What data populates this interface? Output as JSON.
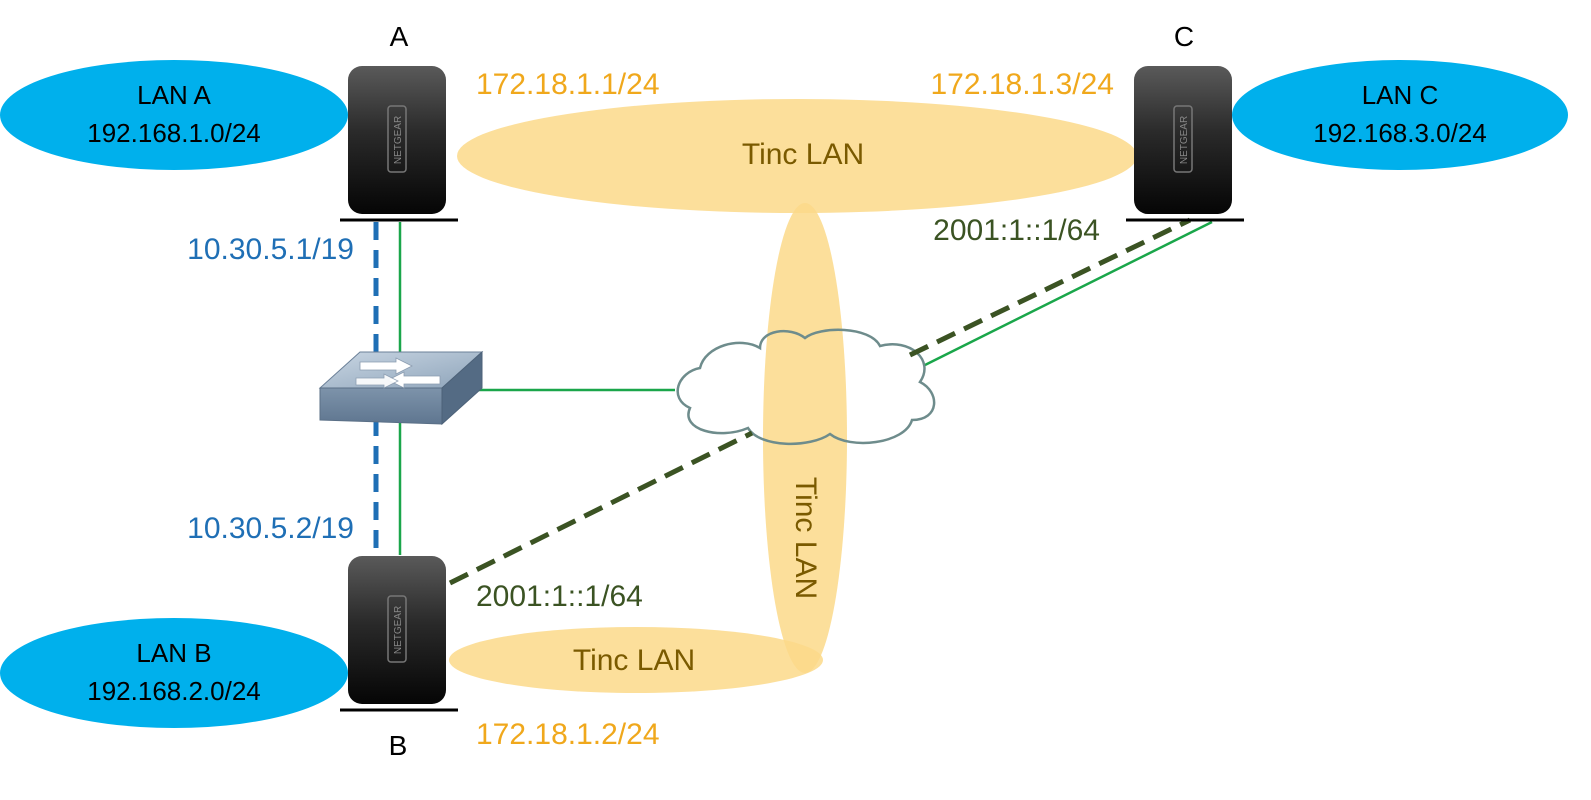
{
  "routers": {
    "a": {
      "label": "A",
      "brand": "NETGEAR"
    },
    "b": {
      "label": "B",
      "brand": "NETGEAR"
    },
    "c": {
      "label": "C",
      "brand": "NETGEAR"
    }
  },
  "lans": {
    "a": {
      "name": "LAN A",
      "subnet": "192.168.1.0/24"
    },
    "b": {
      "name": "LAN B",
      "subnet": "192.168.2.0/24"
    },
    "c": {
      "name": "LAN C",
      "subnet": "192.168.3.0/24"
    }
  },
  "tinc": {
    "top_label": "Tinc LAN",
    "vertical_label": "Tinc LAN",
    "bottom_label": "Tinc LAN",
    "ip_a": "172.18.1.1/24",
    "ip_b": "172.18.1.2/24",
    "ip_c": "172.18.1.3/24"
  },
  "local_net": {
    "ip_a": "10.30.5.1/19",
    "ip_b": "10.30.5.2/19"
  },
  "ipv6": {
    "ip_b": "2001:1::1/64",
    "ip_c": "2001:1::1/64"
  },
  "colors": {
    "lan_fill": "#00b0ec",
    "tinc_fill": "#fcd98a",
    "tinc_ip_text": "#f0a81c",
    "local_ip_text": "#1f6fb5",
    "ipv6_text": "#3b5323",
    "tinc_label_text": "#7a5a00",
    "wire": "#1aa64a",
    "local_dash": "#1f6fb5",
    "ipv6_dash": "#3b5323",
    "cloud_stroke": "#6e8c8c"
  }
}
